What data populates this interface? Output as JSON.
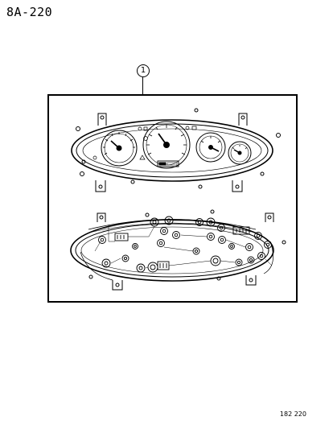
{
  "header": {
    "page_code": "8A-220"
  },
  "callout": {
    "number": "1"
  },
  "footer": {
    "drawing_number": "182 220"
  },
  "figure": {
    "parts": [
      "instrument-cluster-front-view",
      "instrument-cluster-rear-view"
    ],
    "line_color": "#000000",
    "background": "#ffffff"
  }
}
